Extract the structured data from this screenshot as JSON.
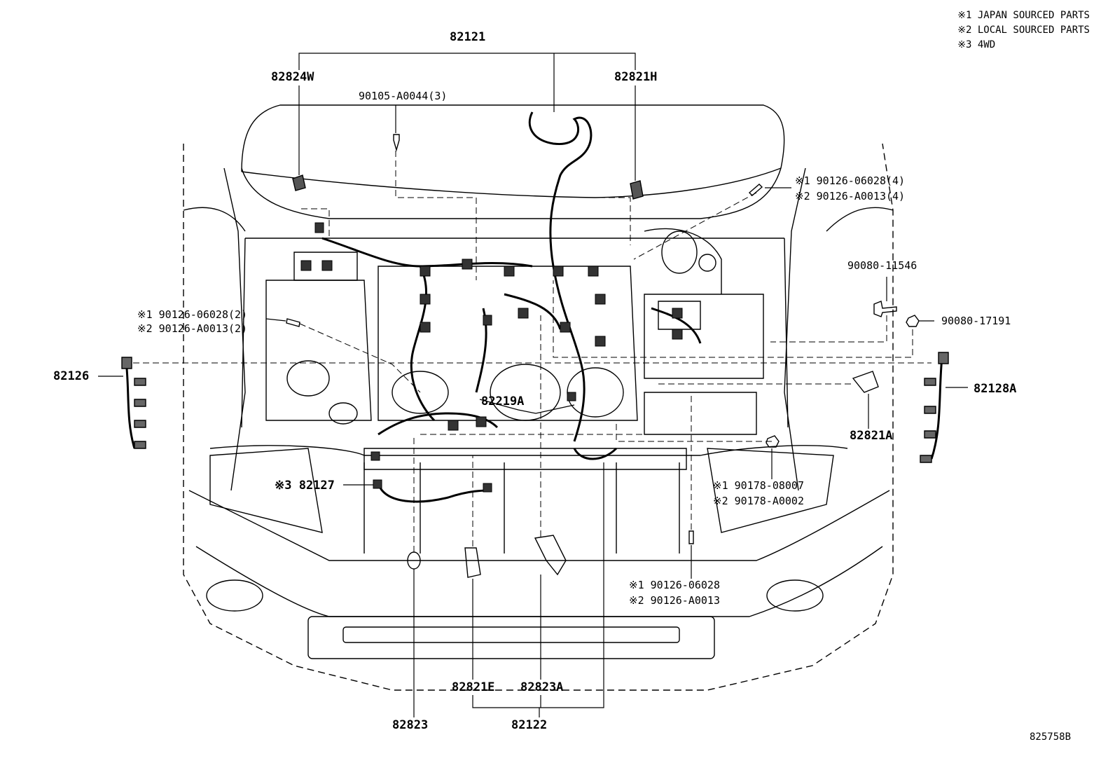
{
  "legend": [
    {
      "mark": "※1",
      "text": "JAPAN SOURCED PARTS"
    },
    {
      "mark": "※2",
      "text": "LOCAL SOURCED PARTS"
    },
    {
      "mark": "※3",
      "text": "4WD"
    }
  ],
  "labels": {
    "p82121": "82121",
    "p82824W": "82824W",
    "p82821H": "82821H",
    "p90105": "90105-A0044(3)",
    "p90126_top_1": "※1 90126-06028(4)",
    "p90126_top_2": "※2 90126-A0013(4)",
    "p90080_11546": "90080-11546",
    "p90080_17191": "90080-17191",
    "p90126_left_1": "※1 90126-06028(2)",
    "p90126_left_2": "※2 90126-A0013(2)",
    "p82126": "82126",
    "p82128A": "82128A",
    "p82821A": "82821A",
    "p82219A": "82219A",
    "p82127": "※3 82127",
    "p90178_1": "※1 90178-08007",
    "p90178_2": "※2 90178-A0002",
    "p90126_bot_1": "※1 90126-06028",
    "p90126_bot_2": "※2 90126-A0013",
    "p82821E": "82821E",
    "p82823A": "82823A",
    "p82823": "82823",
    "p82122": "82122"
  },
  "figure_id": "825758B"
}
